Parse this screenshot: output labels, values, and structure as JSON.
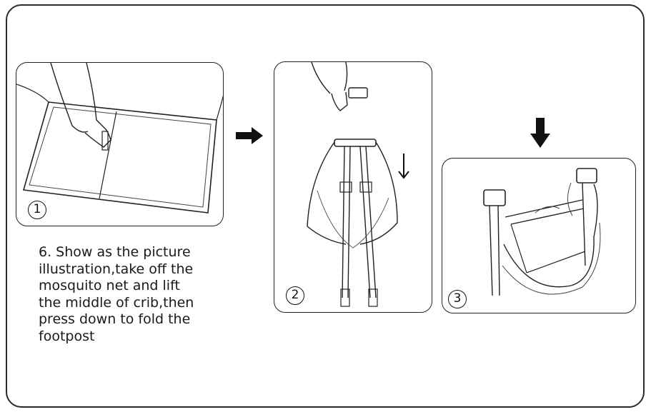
{
  "panels": [
    {
      "step_label": "1"
    },
    {
      "step_label": "2"
    },
    {
      "step_label": "3"
    }
  ],
  "instruction": {
    "lines": [
      "6.  Show as the picture",
      "illustration,take off the",
      "mosquito net and lift",
      "the middle of crib,then",
      "press down to fold the",
      "footpost"
    ]
  },
  "icons": [
    "arrow-right-icon",
    "arrow-down-icon",
    "thin-arrow-down-icon"
  ]
}
